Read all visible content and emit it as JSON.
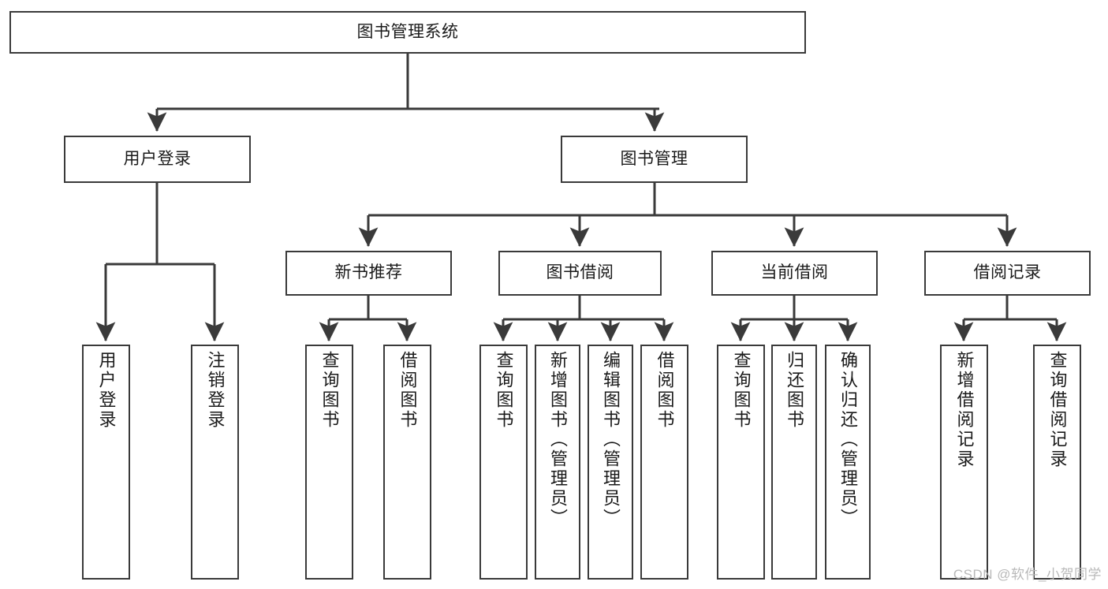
{
  "diagram": {
    "type": "tree",
    "title": "图书管理系统",
    "root": {
      "label": "图书管理系统"
    },
    "level2": [
      {
        "label": "用户登录"
      },
      {
        "label": "图书管理"
      }
    ],
    "level3": [
      {
        "label": "新书推荐"
      },
      {
        "label": "图书借阅"
      },
      {
        "label": "当前借阅"
      },
      {
        "label": "借阅记录"
      }
    ],
    "leaves": {
      "user_login": [
        {
          "label": "用户登录"
        },
        {
          "label": "注销登录"
        }
      ],
      "new_book_recommend": [
        {
          "label": "查询图书"
        },
        {
          "label": "借阅图书"
        }
      ],
      "book_borrow": [
        {
          "label": "查询图书"
        },
        {
          "label": "新增图书（管理员）"
        },
        {
          "label": "编辑图书（管理员）"
        },
        {
          "label": "借阅图书"
        }
      ],
      "current_borrow": [
        {
          "label": "查询图书"
        },
        {
          "label": "归还图书"
        },
        {
          "label": "确认归还（管理员）"
        }
      ],
      "borrow_record": [
        {
          "label": "新增借阅记录"
        },
        {
          "label": "查询借阅记录"
        }
      ]
    }
  },
  "watermark": {
    "text": "CSDN @软件_小贺同学"
  },
  "colors": {
    "stroke": "#3a3a3a",
    "fill": "#ffffff",
    "text": "#1a1a1a",
    "watermark": "#b9b9b9"
  }
}
